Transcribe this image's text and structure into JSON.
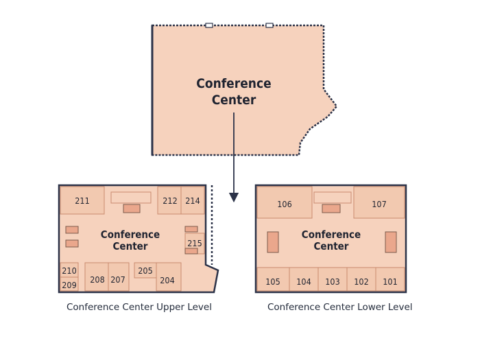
{
  "main_building": {
    "label_line1": "Conference",
    "label_line2": "Center"
  },
  "upper_level": {
    "caption": "Conference Center Upper Level",
    "center_line1": "Conference",
    "center_line2": "Center",
    "rooms": [
      "211",
      "212",
      "214",
      "215",
      "210",
      "209",
      "208",
      "207",
      "205",
      "204"
    ]
  },
  "lower_level": {
    "caption": "Conference Center Lower Level",
    "center_line1": "Conference",
    "center_line2": "Center",
    "rooms": [
      "106",
      "107",
      "105",
      "104",
      "103",
      "102",
      "101"
    ]
  },
  "colors": {
    "floor_fill": "#f6d2bd",
    "wall": "#2b3248",
    "room_fill": "#f2c9b0"
  }
}
